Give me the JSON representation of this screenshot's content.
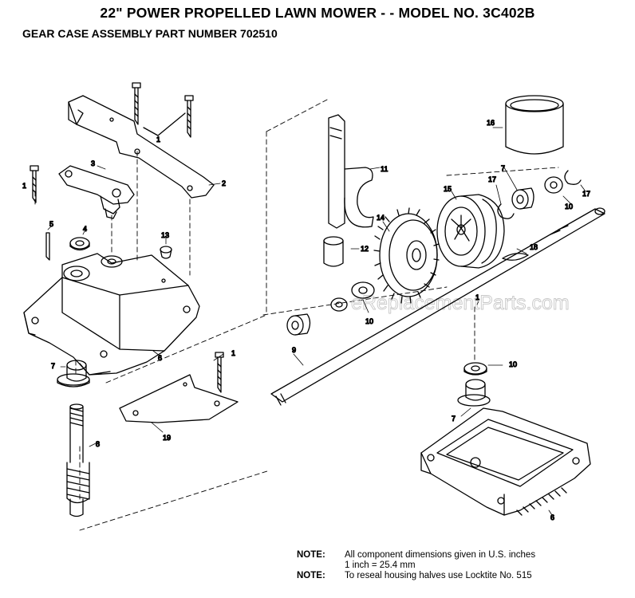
{
  "header": {
    "title": "22\" POWER PROPELLED LAWN MOWER - - MODEL NO. 3C402B",
    "subtitle": "GEAR CASE ASSEMBLY PART NUMBER 702510"
  },
  "watermark": "eReplacementParts.com",
  "callouts": [
    "1",
    "1",
    "1",
    "1",
    "2",
    "3",
    "4",
    "5",
    "6",
    "6",
    "7",
    "7",
    "7",
    "8",
    "9",
    "10",
    "10",
    "10",
    "11",
    "12",
    "13",
    "14",
    "15",
    "16",
    "17",
    "17",
    "18",
    "19"
  ],
  "notes": {
    "head1": "NOTE:",
    "line1": "All component dimensions given in U.S. inches",
    "line2": "1 inch = 25.4 mm",
    "head2": "NOTE:",
    "line3": "To reseal housing halves use Locktite No. 515"
  }
}
